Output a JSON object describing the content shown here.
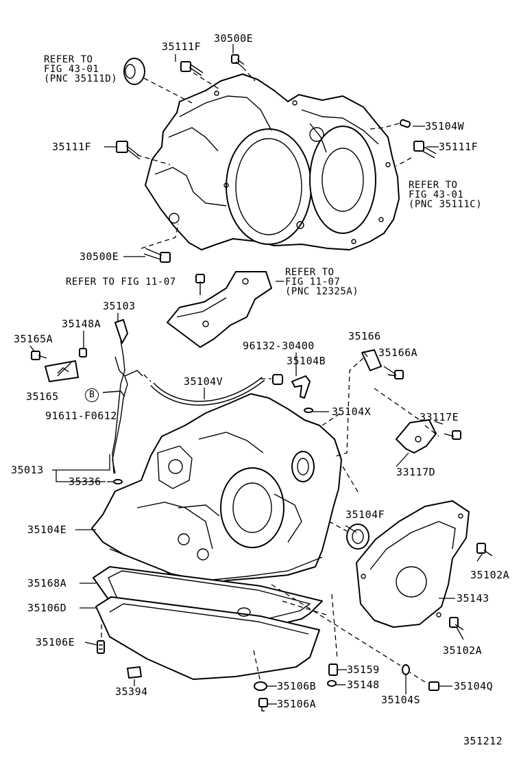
{
  "refs": {
    "top_left": [
      "REFER TO",
      "FIG 43-01",
      "(PNC 35111D)"
    ],
    "right": [
      "REFER TO",
      "FIG 43-01",
      "(PNC 35111C)"
    ],
    "middle_left": "REFER TO FIG 11-07",
    "middle_right": [
      "REFER TO",
      "FIG 11-07",
      "(PNC 12325A)"
    ]
  },
  "labels": {
    "p35111F_top": "35111F",
    "p30500E_top": "30500E",
    "p35104W": "35104W",
    "p35111F_left": "35111F",
    "p35111F_right": "35111F",
    "p30500E_mid": "30500E",
    "p35103": "35103",
    "p35148A": "35148A",
    "p35165A": "35165A",
    "p35165": "35165",
    "p91611": "91611-F0612",
    "b_marker": "B",
    "p96132": "96132-30400",
    "p35104B": "35104B",
    "p35166": "35166",
    "p35166A": "35166A",
    "p35104V": "35104V",
    "p35104X": "35104X",
    "p33117E": "33117E",
    "p33117D": "33117D",
    "p35013": "35013",
    "p35336": "35336",
    "p35104F": "35104F",
    "p35104E": "35104E",
    "p35102A_top": "35102A",
    "p35168A": "35168A",
    "p35143": "35143",
    "p35106D": "35106D",
    "p35106E": "35106E",
    "p35102A_bot": "35102A",
    "p35159": "35159",
    "p35394": "35394",
    "p35106B": "35106B",
    "p35148": "35148",
    "p35104Q": "35104Q",
    "p35104S": "35104S",
    "p35106A": "35106A",
    "figure_number": "351212"
  }
}
